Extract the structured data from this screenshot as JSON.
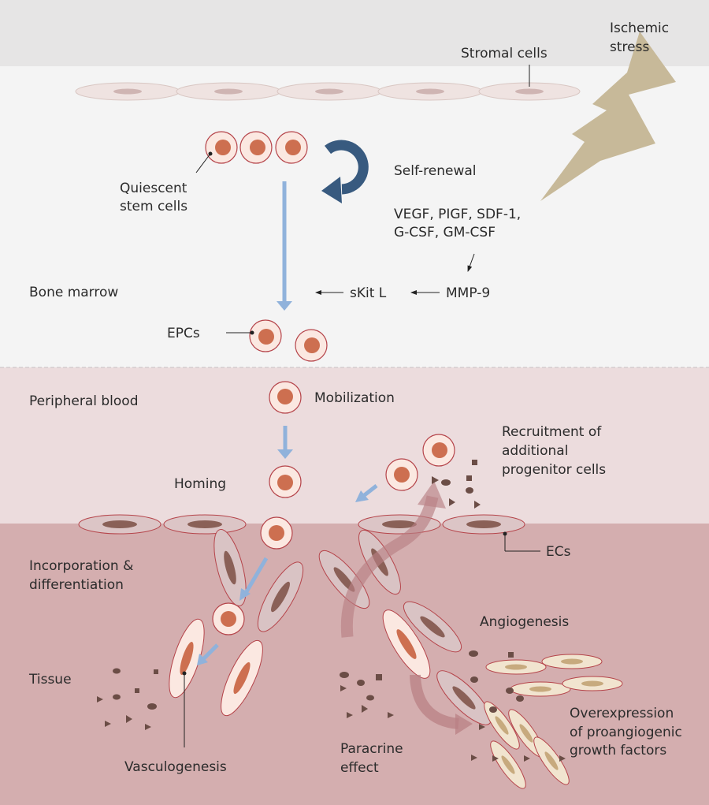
{
  "labels": {
    "ischemic_line1": "Ischemic",
    "ischemic_line2": "stress",
    "stromal_cells": "Stromal cells",
    "quiescent_line1": "Quiescent",
    "quiescent_line2": "stem cells",
    "self_renewal": "Self-renewal",
    "factors_line1": "VEGF, PIGF, SDF-1,",
    "factors_line2": "G-CSF, GM-CSF",
    "bone_marrow": "Bone marrow",
    "skit": "sKit L",
    "mmp9": "MMP-9",
    "epcs": "EPCs",
    "peripheral_blood": "Peripheral blood",
    "mobilization": "Mobilization",
    "recruit_line1": "Recruitment of",
    "recruit_line2": "additional",
    "recruit_line3": "progenitor cells",
    "homing": "Homing",
    "ecs": "ECs",
    "incorp_line1": "Incorporation &",
    "incorp_line2": "differentiation",
    "angiogenesis": "Angiogenesis",
    "tissue": "Tissue",
    "overexp_line1": "Overexpression",
    "overexp_line2": "of proangiogenic",
    "overexp_line3": "growth factors",
    "paracrine_line1": "Paracrine",
    "paracrine_line2": "effect",
    "vasculogenesis": "Vasculogenesis"
  },
  "colors": {
    "top_band": "#e6e5e5",
    "bone_marrow_bg": "#f4f4f4",
    "blood_bg": "#ecdcdd",
    "tissue_bg": "#d4aeaf",
    "cell_nucleus": "#cd6f50",
    "arrow_blue": "#90b2db",
    "renewal_arrow": "#385a7f",
    "lightning": "#c7b999"
  }
}
